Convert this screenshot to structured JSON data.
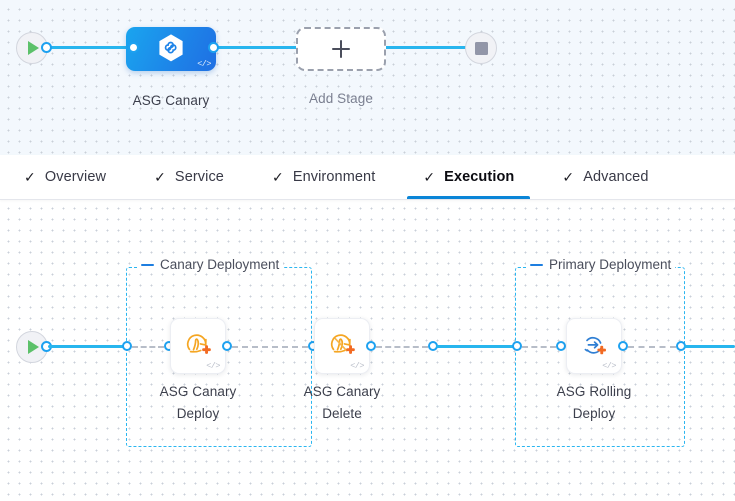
{
  "colors": {
    "accent_blue": "#1da1f0",
    "wire_blue": "#27b5ee",
    "tab_active_underline": "#0a85d7",
    "group_border": "#2bb6f0",
    "stage_gradient_from": "#1aa5ef",
    "stage_gradient_to": "#1f6fe3",
    "start_play_green": "#5cc16a",
    "stop_square_gray": "#9296a8",
    "canary_icon_orange": "#f5a623",
    "plus_orange": "#f26a22",
    "rolling_icon_blue": "#2f7fd4",
    "stage_canvas_bg": "#f3f8fd",
    "steps_canvas_bg": "#ffffff"
  },
  "stage_canvas": {
    "start_node": {
      "icon": "play-icon",
      "label": "Start"
    },
    "end_node": {
      "icon": "stop-icon",
      "label": "End"
    },
    "stage": {
      "name": "ASG Canary",
      "icon": "asg-hexagon-infinity-icon",
      "code_badge": "</>"
    },
    "add_stage": {
      "label": "Add Stage",
      "icon": "plus-icon"
    }
  },
  "tabs": [
    {
      "label": "Overview",
      "icon": "check-icon",
      "active": false
    },
    {
      "label": "Service",
      "icon": "check-icon",
      "active": false
    },
    {
      "label": "Environment",
      "icon": "check-icon",
      "active": false
    },
    {
      "label": "Execution",
      "icon": "check-icon",
      "active": true
    },
    {
      "label": "Advanced",
      "icon": "check-icon",
      "active": false
    }
  ],
  "steps_canvas": {
    "start_node": {
      "icon": "play-icon",
      "label": "Start"
    },
    "groups": [
      {
        "label": "Canary Deployment",
        "toggle_icon": "collapse-dash-icon",
        "steps": [
          {
            "name_line1": "ASG Canary",
            "name_line2": "Deploy",
            "icon": "asg-canary-deploy-icon",
            "code_badge": "</>"
          },
          {
            "name_line1": "ASG Canary",
            "name_line2": "Delete",
            "icon": "asg-canary-delete-icon",
            "code_badge": "</>"
          }
        ]
      },
      {
        "label": "Primary Deployment",
        "toggle_icon": "collapse-dash-icon",
        "steps": [
          {
            "name_line1": "ASG Rolling",
            "name_line2": "Deploy",
            "icon": "asg-rolling-deploy-icon",
            "code_badge": "</>"
          }
        ]
      }
    ]
  }
}
